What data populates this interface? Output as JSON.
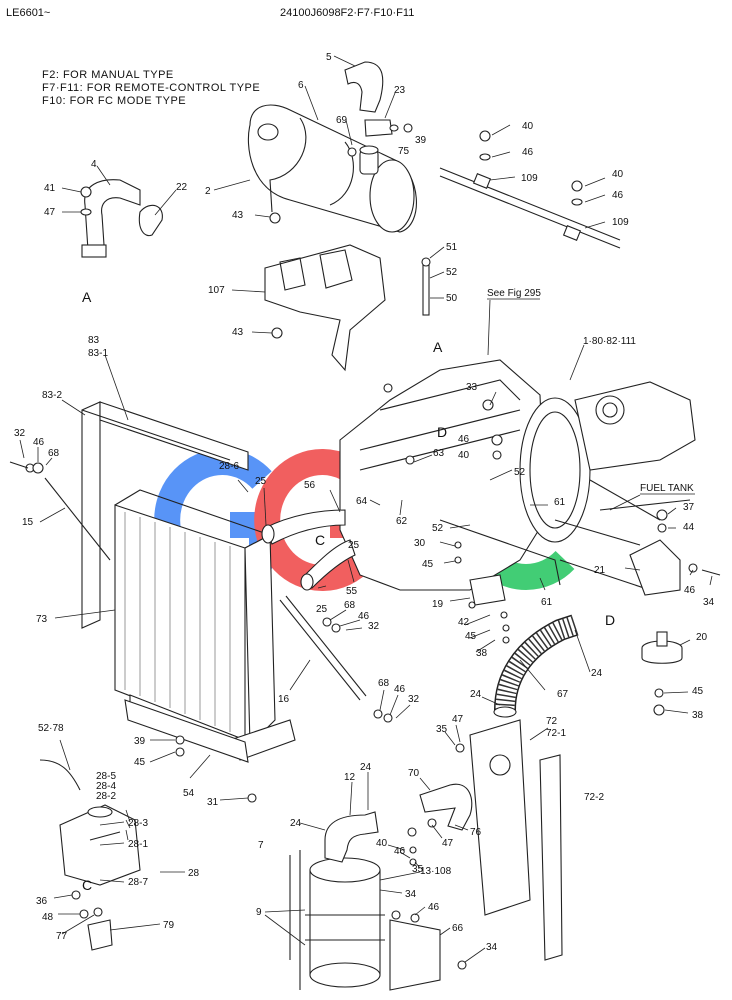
{
  "header": {
    "left": "LE6601~",
    "center": "24100J6098F2·F7·F10·F11"
  },
  "notes": [
    "F2: FOR MANUAL TYPE",
    "F7·F11: FOR REMOTE-CONTROL TYPE",
    "F10: FOR FC MODE TYPE"
  ],
  "watermark": {
    "text": "GGSC",
    "colors": [
      "#3b82f6",
      "#ef4444",
      "#facc15",
      "#22c55e"
    ]
  },
  "references": {
    "see_fig": "See Fig 295",
    "fuel_tank": "FUEL TANK"
  },
  "callouts": {
    "A1": "A",
    "A2": "A",
    "C1": "C",
    "C2": "C",
    "D1": "D",
    "D2": "D"
  },
  "parts": {
    "p5": "5",
    "p6": "6",
    "p23": "23",
    "p69": "69",
    "p39a": "39",
    "p75": "75",
    "p2": "2",
    "p43a": "43",
    "p4": "4",
    "p41": "41",
    "p47a": "47",
    "p22": "22",
    "p40a": "40",
    "p46a": "46",
    "p109a": "109",
    "p40b": "40",
    "p46b": "46",
    "p109b": "109",
    "p51": "51",
    "p52a": "52",
    "p50": "50",
    "p107": "107",
    "p43b": "43",
    "p83": "83",
    "p83_1": "83-1",
    "p83_2": "83-2",
    "p32a": "32",
    "p46c": "46",
    "p68a": "68",
    "p15": "15",
    "p28_6": "28-6",
    "p25a": "25",
    "p56": "56",
    "p64": "64",
    "p63": "63",
    "p62": "62",
    "p25b": "25",
    "p55": "55",
    "p25c": "25",
    "p33": "33",
    "p46d": "46",
    "p40c": "40",
    "p1_80": "1·80·82·111",
    "p52b": "52",
    "p61a": "61",
    "p52c": "52",
    "p30": "30",
    "p45a": "45",
    "p61b": "61",
    "p19": "19",
    "p37": "37",
    "p44": "44",
    "p21": "21",
    "p46e": "46",
    "p34a": "34",
    "p73": "73",
    "p68b": "68",
    "p46f": "46",
    "p32b": "32",
    "p42": "42",
    "p45b": "45",
    "p38a": "38",
    "p20": "20",
    "p45c": "45",
    "p38b": "38",
    "p16": "16",
    "p68c": "68",
    "p46g": "46",
    "p32c": "32",
    "p24a": "24",
    "p67": "67",
    "p24b": "24",
    "p52_78": "52·78",
    "p39b": "39",
    "p45d": "45",
    "p54": "54",
    "p47b": "47",
    "p35a": "35",
    "p72": "72",
    "p72_1": "72-1",
    "p31": "31",
    "p28_5": "28-5",
    "p28_4": "28-4",
    "p28_2": "28-2",
    "p28_3": "28-3",
    "p28_1": "28-1",
    "p28": "28",
    "p28_7": "28-7",
    "p12": "12",
    "p24c": "24",
    "p24d": "24",
    "p70": "70",
    "p76": "76",
    "p72_2": "72-2",
    "p7": "7",
    "p40d": "40",
    "p46h": "46",
    "p35b": "35",
    "p47c": "47",
    "p13_108": "13·108",
    "p34b": "34",
    "p36": "36",
    "p48": "48",
    "p77": "77",
    "p79": "79",
    "p9": "9",
    "p46i": "46",
    "p66": "66",
    "p34c": "34"
  }
}
